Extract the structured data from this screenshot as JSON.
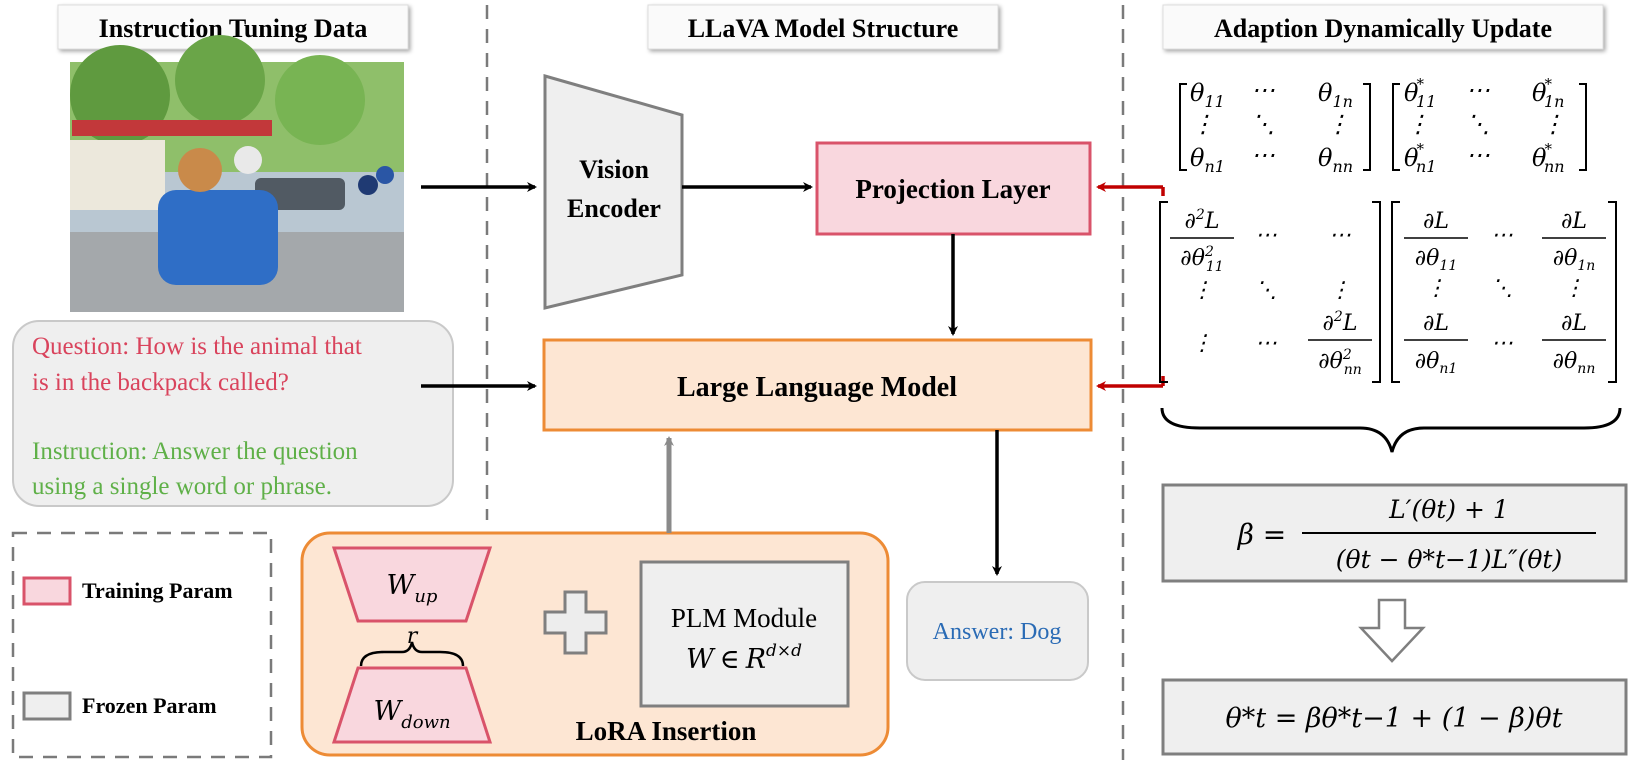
{
  "sections": {
    "data_title": "Instruction Tuning Data",
    "model_title": "LLaVA Model Structure",
    "adapt_title": "Adaption Dynamically Update"
  },
  "blocks": {
    "vision_encoder_line1": "Vision",
    "vision_encoder_line2": "Encoder",
    "projection_layer": "Projection Layer",
    "llm": "Large Language Model",
    "lora_insertion": "LoRA Insertion",
    "plm_line1": "PLM Module",
    "plm_W": "W",
    "plm_in": "∈",
    "plm_R": "R",
    "plm_sup": "d×d"
  },
  "lora": {
    "w": "W",
    "up": "up",
    "down": "down",
    "rank": "r"
  },
  "prompt": {
    "question_line1": "Question: How is the animal that",
    "question_line2": "is in the backpack called?",
    "instruction_line1": "Instruction: Answer the question",
    "instruction_line2": "using a single word or phrase."
  },
  "answer": "Answer: Dog",
  "legend": {
    "training": "Training Param",
    "frozen": "Frozen Param"
  },
  "matrices": {
    "theta": "θ",
    "dots_h": "⋯",
    "dots_v": "⋮",
    "dots_d": "⋱",
    "star": "*",
    "sub_11": "11",
    "sub_1n": "1n",
    "sub_n1": "n1",
    "sub_nn": "nn",
    "partial": "∂",
    "L": "L",
    "sq": "2"
  },
  "formula_beta": {
    "lhs": "β =",
    "numerator": "L′(θt) + 1",
    "denominator": "(θt − θ*t−1)L″(θt)"
  },
  "formula_update": "θ*t = βθ*t−1 + (1 − β)θt",
  "colors": {
    "training_fill": "#f9d7de",
    "training_stroke": "#d9536a",
    "frozen_fill": "#efefef",
    "frozen_stroke": "#7f7f7f",
    "llm_fill": "#fde6d3",
    "llm_stroke": "#ed8b35",
    "question_text": "#d9435c",
    "instruction_text": "#5fb048",
    "answer_text": "#2a6bb5",
    "red_arrow": "#c00000"
  }
}
